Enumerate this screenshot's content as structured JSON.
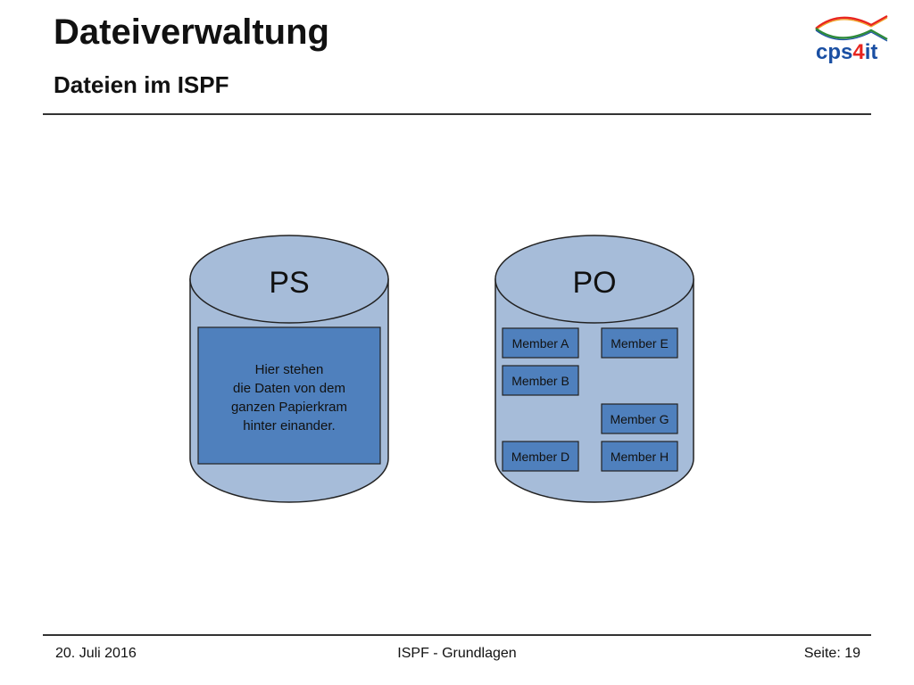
{
  "header": {
    "title": "Dateiverwaltung",
    "subtitle": "Dateien im ISPF",
    "logo_text_main": "cps",
    "logo_text_accent": "4",
    "logo_text_end": "it"
  },
  "diagram": {
    "ps": {
      "label": "PS",
      "content_lines": [
        "Hier stehen",
        "die Daten von dem",
        "ganzen Papierkram",
        "hinter einander."
      ]
    },
    "po": {
      "label": "PO",
      "members": [
        "Member A",
        "Member E",
        "Member B",
        "Member G",
        "Member D",
        "Member H"
      ]
    }
  },
  "footer": {
    "date": "20. Juli 2016",
    "center": "ISPF - Grundlagen",
    "page": "Seite: 19"
  },
  "colors": {
    "drum_fill": "#a6bcd9",
    "drum_stroke": "#222222",
    "box_fill": "#4f80bd",
    "logo_blue": "#1a4fa3",
    "logo_red": "#e8251f"
  }
}
